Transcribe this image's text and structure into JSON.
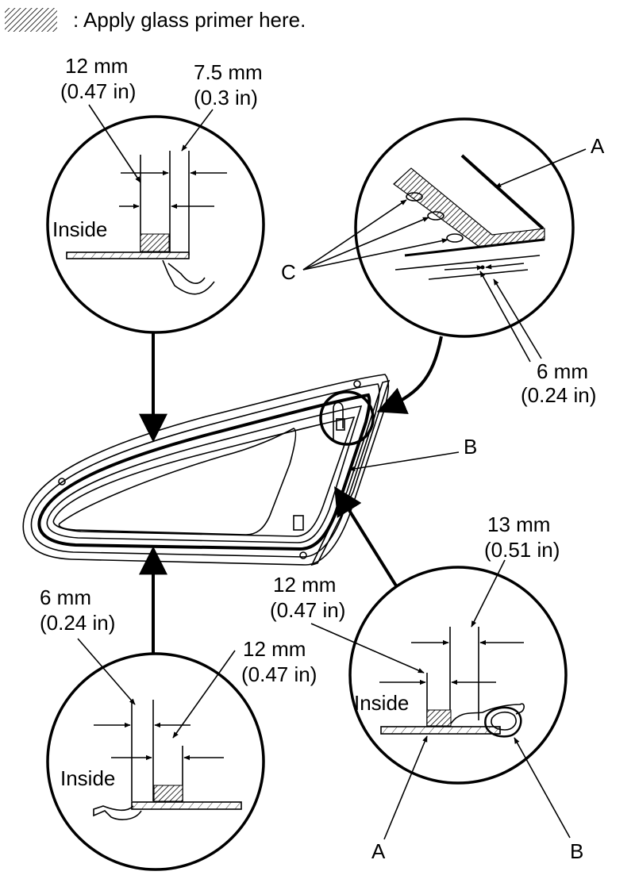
{
  "legend": {
    "text": ": Apply glass primer here.",
    "swatch_icon": "hatched-swatch-icon"
  },
  "details": {
    "top_left": {
      "dim1": "12 mm",
      "dim1_in": "(0.47 in)",
      "dim2": "7.5 mm",
      "dim2_in": "(0.3 in)",
      "inside": "Inside"
    },
    "top_right": {
      "label_a": "A",
      "label_c": "C",
      "dim": "6 mm",
      "dim_in": "(0.24 in)"
    },
    "bottom_left": {
      "dim1": "6 mm",
      "dim1_in": "(0.24 in)",
      "dim2": "12 mm",
      "dim2_in": "(0.47 in)",
      "inside": "Inside"
    },
    "bottom_right": {
      "dim1": "13 mm",
      "dim1_in": "(0.51 in)",
      "dim2": "12 mm",
      "dim2_in": "(0.47 in)",
      "inside": "Inside",
      "label_a": "A",
      "label_b": "B"
    }
  },
  "main": {
    "label_b": "B"
  }
}
